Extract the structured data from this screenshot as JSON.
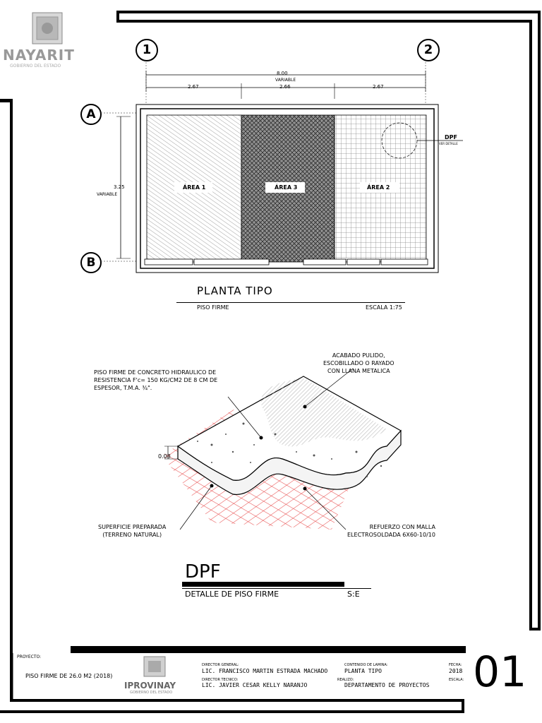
{
  "logo_top": {
    "name": "NAYARIT",
    "sub": "GOBIERNO DEL ESTADO"
  },
  "axes": {
    "col1": "1",
    "col2": "2",
    "rowA": "A",
    "rowB": "B"
  },
  "dims": {
    "total": "8.00",
    "total_note": "VARIABLE",
    "d1": "2.67",
    "d2": "2.66",
    "d3": "2.67",
    "height": "3.25",
    "height_note": "VARIABLE"
  },
  "plan": {
    "area1": "ÁREA 1",
    "area3": "ÁREA 3",
    "area2": "ÁREA 2",
    "dpf_tag": "DPF",
    "dpf_note": "VER DETALLE"
  },
  "planta_title": {
    "title": "PLANTA  TIPO",
    "sub": "PISO FIRME",
    "scale": "ESCALA 1:75"
  },
  "detail": {
    "callout_top_left": [
      "PISO FIRME DE CONCRETO HIDRAULICO DE",
      "RESISTENCIA F'c= 150 KG/CM2 DE 8 CM DE",
      "ESPESOR,  T.M.A. ¾\"."
    ],
    "callout_top_right": [
      "ACABADO PULIDO,",
      "ESCOBILLADO O RAYADO",
      "CON LLANA METALICA"
    ],
    "callout_bottom_left": [
      "SUPERFICIE PREPARADA",
      "(TERRENO NATURAL)"
    ],
    "callout_bottom_right": [
      "REFUERZO CON MALLA",
      "ELECTROSOLDADA 6X60-10/10"
    ],
    "thickness": "0.08"
  },
  "dpf_title": {
    "title": "DPF",
    "sub": "DETALLE DE PISO FIRME",
    "scale": "S:E"
  },
  "title_block": {
    "proyecto_label": "PROYECTO:",
    "proyecto": "PISO FIRME DE 26.0 M2 (2018)",
    "logo": "IPROVINAY",
    "logo_sub": "GOBIERNO DEL ESTADO",
    "director_general_label": "DIRECTOR GENERAL:",
    "director_general": "LIC. FRANCISCO MARTIN ESTRADA MACHADO",
    "director_tecnico_label": "DIRECTOR TECNICO:",
    "director_tecnico": "LIC. JAVIER CESAR KELLY NARANJO",
    "contenido_label": "CONTENIDO DE LAMINA:",
    "contenido": "PLANTA  TIPO",
    "realizo_label": "REALIZO:",
    "realizo": "DEPARTAMENTO DE PROYECTOS",
    "fecha_label": "FECHA:",
    "fecha": "2018",
    "escala_label": "ESCALA:",
    "sheet": "01"
  }
}
